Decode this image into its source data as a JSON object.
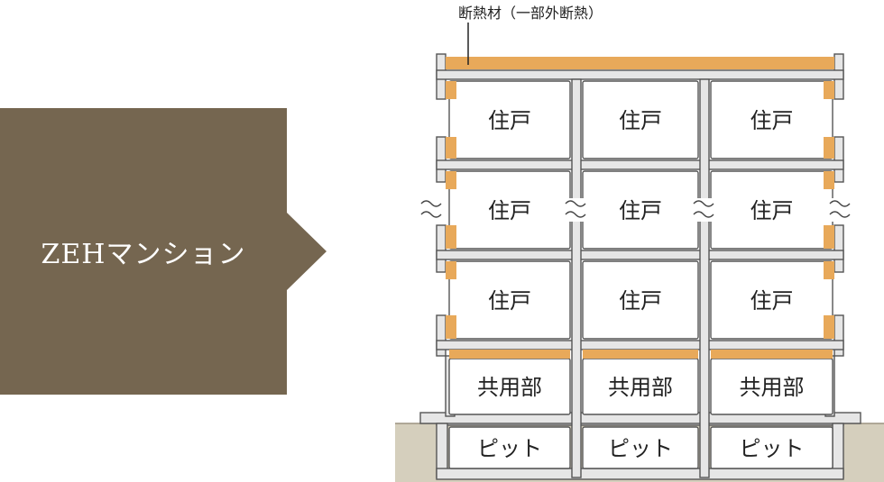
{
  "label": {
    "text": "ZEHマンション",
    "background_color": "#756650"
  },
  "insulation_callout": "断熱材（一部外断熱）",
  "colors": {
    "insulation": "#e8a95a",
    "concrete_fill": "#e6e6e6",
    "concrete_stroke": "#555555",
    "ground": "#d5cfbd"
  },
  "floors": [
    {
      "kind": "residence",
      "rooms": [
        "住戸",
        "住戸",
        "住戸"
      ]
    },
    {
      "kind": "residence",
      "rooms": [
        "住戸",
        "住戸",
        "住戸"
      ]
    },
    {
      "kind": "residence",
      "rooms": [
        "住戸",
        "住戸",
        "住戸"
      ]
    },
    {
      "kind": "common",
      "rooms": [
        "共用部",
        "共用部",
        "共用部"
      ]
    },
    {
      "kind": "pit",
      "rooms": [
        "ピット",
        "ピット",
        "ピット"
      ]
    }
  ]
}
